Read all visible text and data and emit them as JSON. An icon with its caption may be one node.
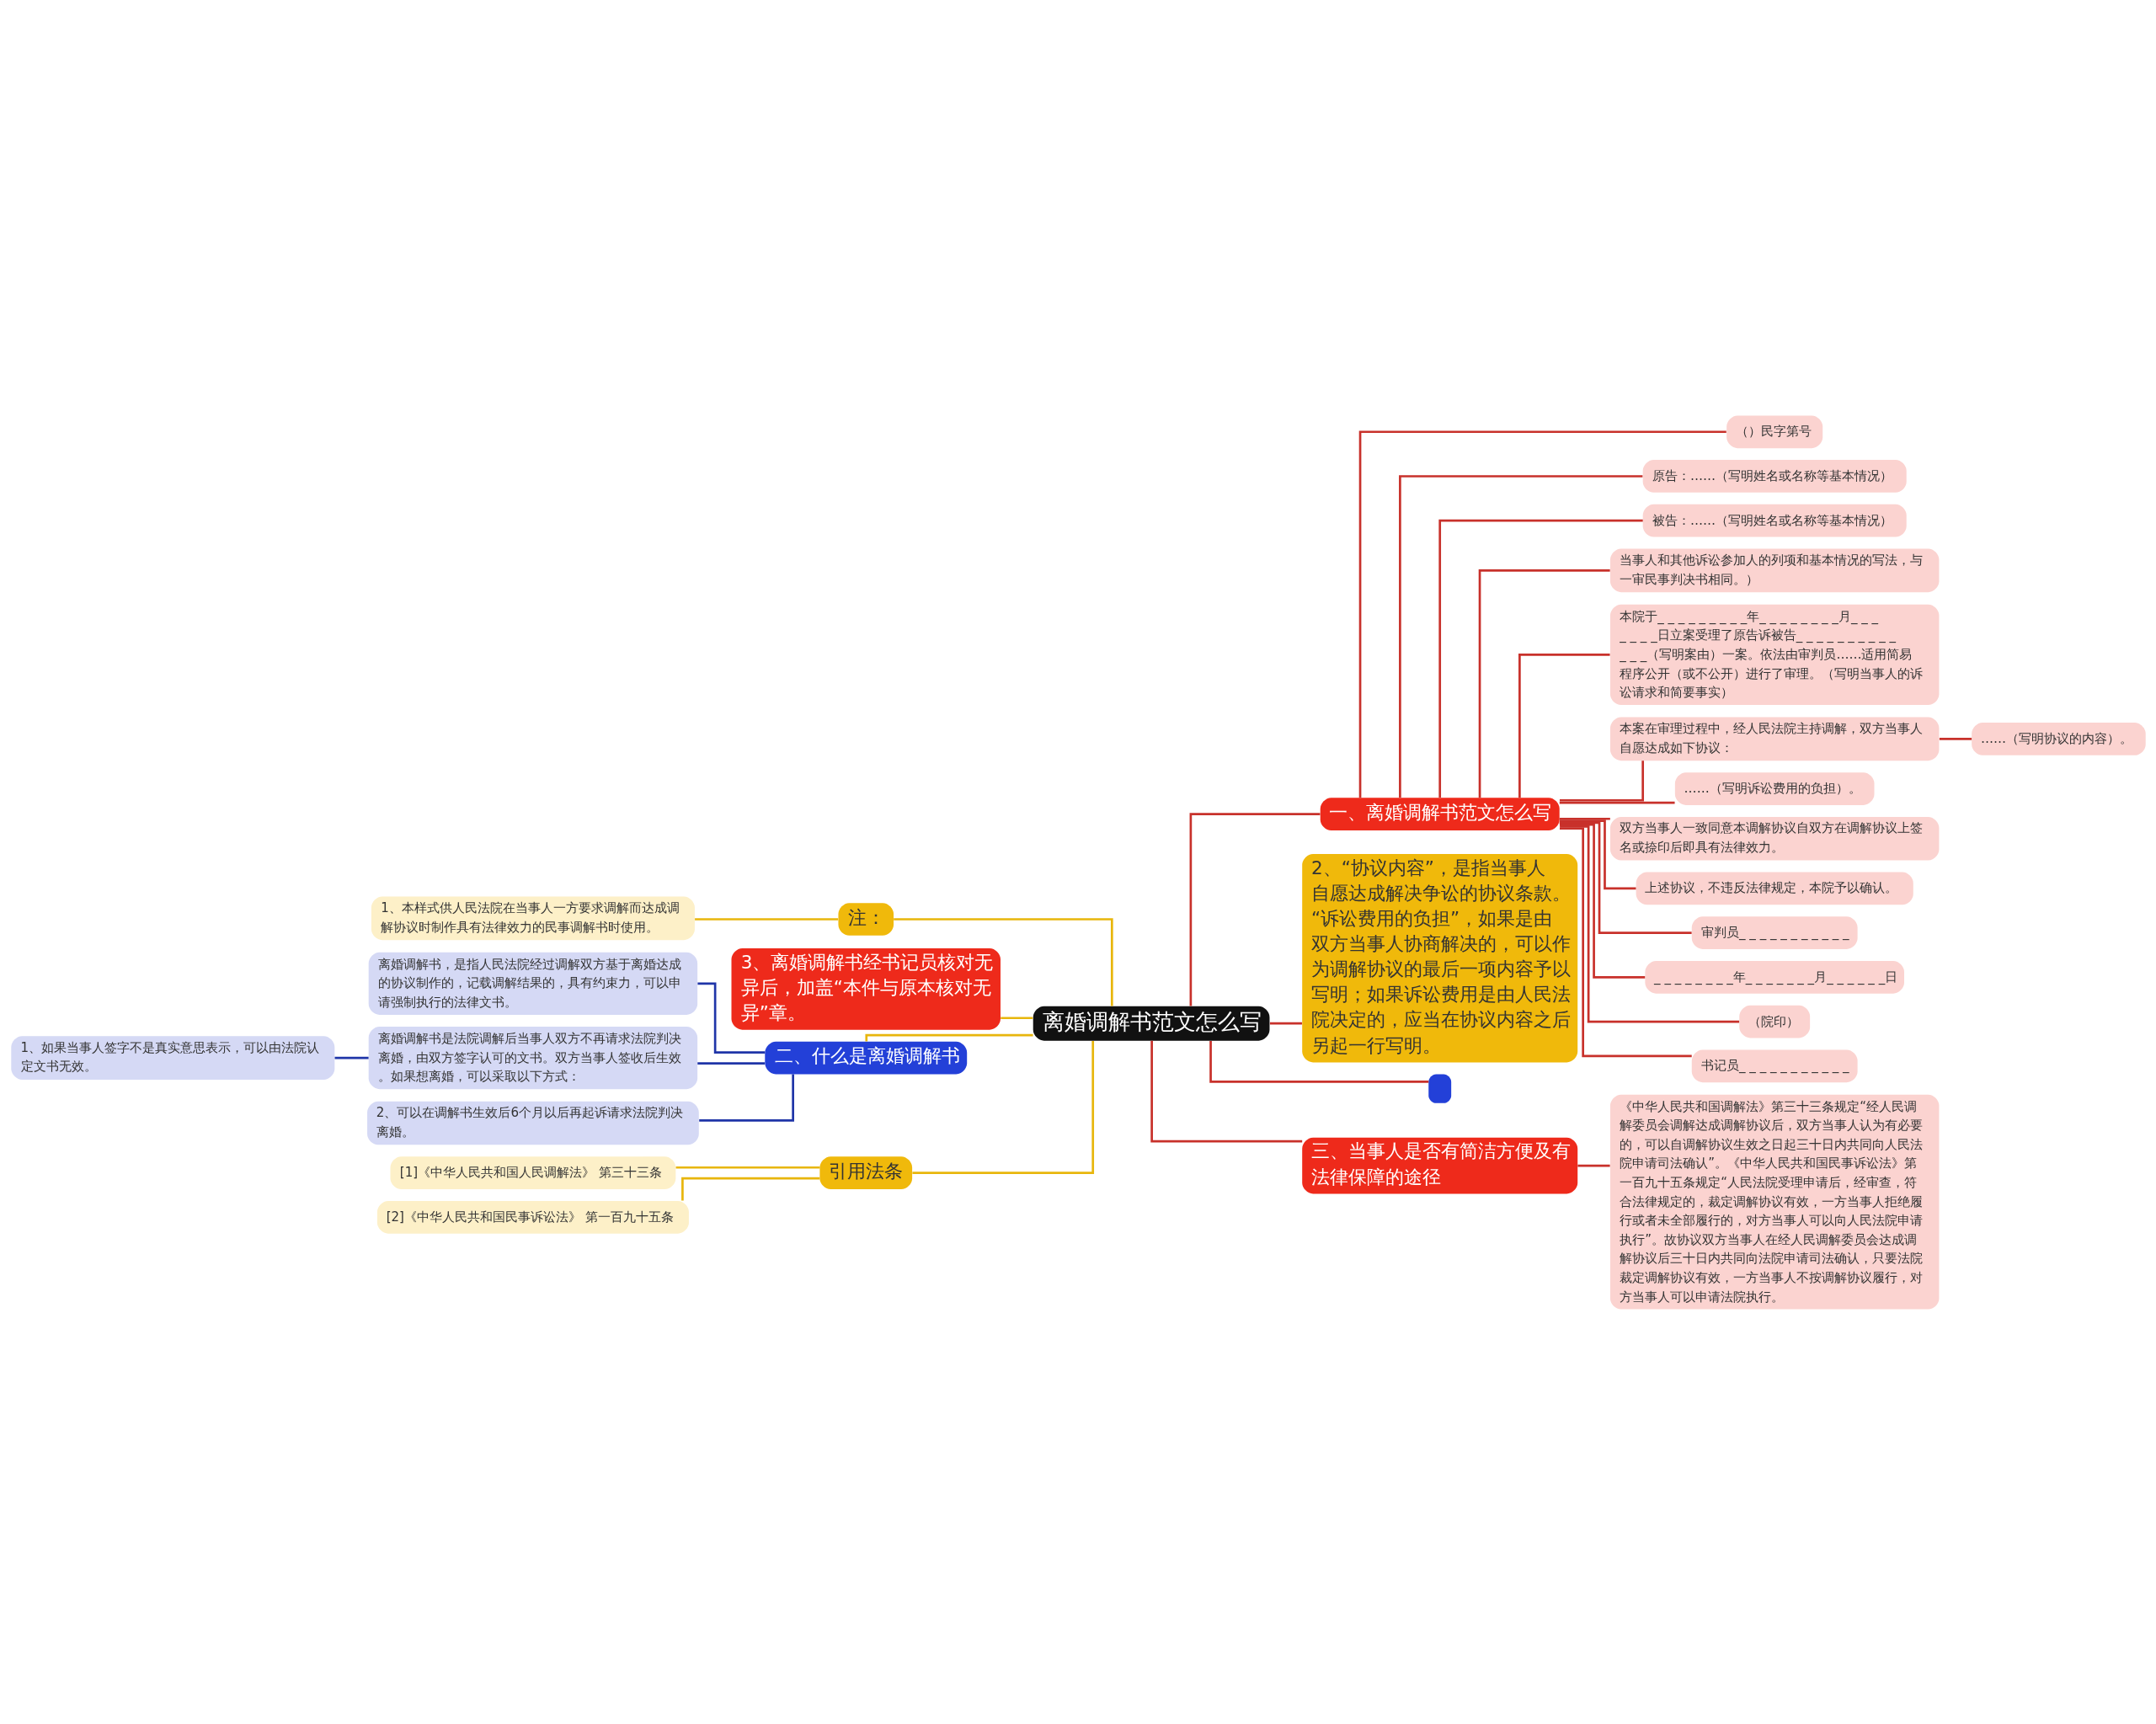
{
  "diagram": {
    "nodes": [
      {
        "text": [
          "离婚调解书范文怎么写"
        ]
      },
      {
        "text": [
          "注："
        ]
      },
      {
        "text": [
          "1、本样式供人民法院在当事人一方要求调解而达成调解协议时制作具有法律效力的民事调解书时使用。"
        ]
      },
      {
        "text": [
          "3、离婚调解书经书记员核对无异后，加盖“本件与原本核对无异”章。"
        ]
      },
      {
        "text": [
          "二、什么是离婚调解书"
        ]
      },
      {
        "text": [
          "离婚调解书，是指人民法院经过调解双方基于离婚达成的协议制作的，记载调解结果的，具有约束力，可以申请强制执行的法律文书。"
        ]
      },
      {
        "text": [
          "离婚调解书是法院调解后当事人双方不再请求法院判决离婚，由双方签字认可的文书。双方当事人签收后生效。如果想离婚，可以采取以下方式："
        ]
      },
      {
        "text": [
          "1、如果当事人签字不是真实意思表示，可以由法院认定文书无效。"
        ]
      },
      {
        "text": [
          "2、可以在调解书生效后6个月以后再起诉请求法院判决离婚。"
        ]
      },
      {
        "text": [
          "引用法条"
        ]
      },
      {
        "text": [
          "[1]《中华人民共和国人民调解法》 第三十三条"
        ]
      },
      {
        "text": [
          "[2]《中华人民共和国民事诉讼法》 第一百九十五条"
        ]
      },
      {
        "text": [
          "一、离婚调解书范文怎么写"
        ]
      },
      {
        "text": [
          "（）民字第号"
        ]
      },
      {
        "text": [
          "原告：……（写明姓名或名称等基本情况）"
        ]
      },
      {
        "text": [
          "被告：……（写明姓名或名称等基本情况）"
        ]
      },
      {
        "text": [
          "当事人和其他诉讼参加人的列项和基本情况的写法，与一审民事判决书相同。）"
        ]
      },
      {
        "text": [
          "本院于_ _ _ _ _ _ _ _ _年_ _ _ _ _ _ _ _月_ _ _ _ _ _ _日立案受理了原告诉被告_ _ _ _ _ _ _ _ _ _ _ _ _（写明案由）一案。依法由审判员……适用简易程序公开（或不公开）进行了审理。（写明当事人的诉讼请求和简要事实）"
        ]
      },
      {
        "text": [
          "本案在审理过程中，经人民法院主持调解，双方当事人自愿达成如下协议："
        ]
      },
      {
        "text": [
          "……（写明协议的内容）。"
        ]
      },
      {
        "text": [
          "……（写明诉讼费用的负担）。"
        ]
      },
      {
        "text": [
          "双方当事人一致同意本调解协议自双方在调解协议上签名或捺印后即具有法律效力。"
        ]
      },
      {
        "text": [
          "上述协议，不违反法律规定，本院予以确认。"
        ]
      },
      {
        "text": [
          "审判员_ _ _ _ _ _ _ _ _ _ _"
        ]
      },
      {
        "text": [
          "_ _ _ _ _ _ _ _年_ _ _ _ _ _ _月_ _ _ _ _ _日"
        ]
      },
      {
        "text": [
          "（院印）"
        ]
      },
      {
        "text": [
          "书记员_ _ _ _ _ _ _ _ _ _ _"
        ]
      },
      {
        "text": [
          "2、“协议内容”，是指当事人自愿达成解决争讼的协议条款。“诉讼费用的负担”，如果是由双方当事人协商解决的，可以作为调解协议的最后一项内容予以写明；如果诉讼费用是由人民法院决定的，应当在协议内容之后另起一行写明。"
        ]
      },
      {
        "text": [],
        "shape": "box"
      },
      {
        "text": [
          "三、当事人是否有简洁方便及有法律保障的途径"
        ]
      },
      {
        "text": [
          "《中华人民共和国调解法》第三十三条规定“经人民调解委员会调解达成调解协议后，双方当事人认为有必要的，可以自调解协议生效之日起三十日内共同向人民法院申请司法确认”。《中华人民共和国民事诉讼法》第一百九十五条规定“人民法院受理申请后，经审查，符合法律规定的，裁定调解协议有效，一方当事人拒绝履行或者未全部履行的，对方当事人可以向人民法院申请执行”。故协议双方当事人在经人民调解委员会达成调解协议后三十日内共同向法院申请司法确认，只要法院裁定调解协议有效，一方当事人不按调解协议履行，对方当事人可以申请法院执行。"
        ]
      }
    ],
    "edges": [
      {
        "from": 0,
        "to": 1,
        "arrow": "none",
        "color": "#e8b60c"
      },
      {
        "from": 1,
        "to": 2,
        "arrow": "none",
        "color": "#e8b60c"
      },
      {
        "from": 0,
        "to": 3,
        "arrow": "none",
        "color": "#e8b60c"
      },
      {
        "from": 0,
        "to": 4,
        "arrow": "none",
        "color": "#e8b60c"
      },
      {
        "from": 4,
        "to": 5,
        "arrow": "none",
        "color": "#1f35a8"
      },
      {
        "from": 4,
        "to": 6,
        "arrow": "none",
        "color": "#1f35a8"
      },
      {
        "from": 6,
        "to": 7,
        "arrow": "none",
        "color": "#1f35a8"
      },
      {
        "from": 4,
        "to": 8,
        "arrow": "none",
        "color": "#1f35a8"
      },
      {
        "from": 0,
        "to": 9,
        "arrow": "none",
        "color": "#e8b60c"
      },
      {
        "from": 9,
        "to": 10,
        "arrow": "none",
        "color": "#e8b60c"
      },
      {
        "from": 9,
        "to": 11,
        "arrow": "none",
        "color": "#e8b60c"
      },
      {
        "from": 0,
        "to": 12,
        "arrow": "none"
      },
      {
        "from": 12,
        "to": 13,
        "arrow": "none"
      },
      {
        "from": 12,
        "to": 14,
        "arrow": "none"
      },
      {
        "from": 12,
        "to": 15,
        "arrow": "none"
      },
      {
        "from": 12,
        "to": 16,
        "arrow": "none"
      },
      {
        "from": 12,
        "to": 17,
        "arrow": "none"
      },
      {
        "from": 12,
        "to": 18,
        "arrow": "none"
      },
      {
        "from": 18,
        "to": 19,
        "arrow": "none"
      },
      {
        "from": 12,
        "to": 20,
        "arrow": "none"
      },
      {
        "from": 12,
        "to": 21,
        "arrow": "none"
      },
      {
        "from": 12,
        "to": 22,
        "arrow": "none"
      },
      {
        "from": 12,
        "to": 23,
        "arrow": "none"
      },
      {
        "from": 12,
        "to": 24,
        "arrow": "none"
      },
      {
        "from": 12,
        "to": 25,
        "arrow": "none"
      },
      {
        "from": 12,
        "to": 26,
        "arrow": "none"
      },
      {
        "from": 0,
        "to": 27,
        "arrow": "none"
      },
      {
        "from": 0,
        "to": 28,
        "arrow": "none"
      },
      {
        "from": 0,
        "to": 29,
        "arrow": "none"
      },
      {
        "from": 29,
        "to": 30,
        "arrow": "none"
      }
    ]
  }
}
